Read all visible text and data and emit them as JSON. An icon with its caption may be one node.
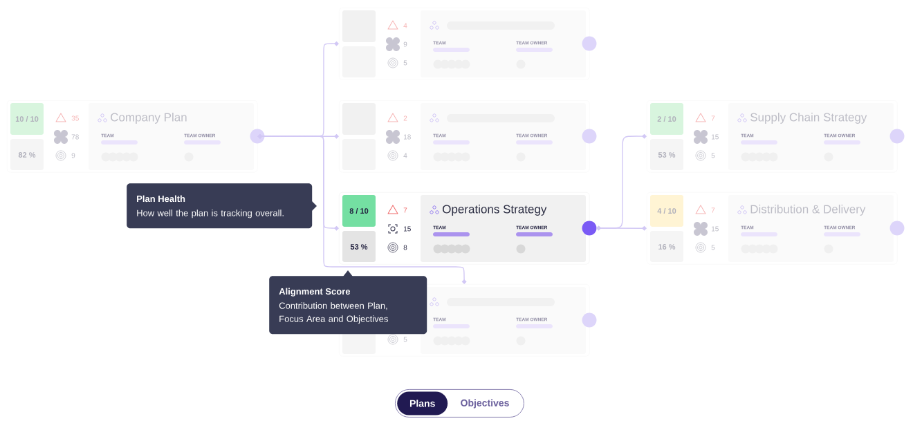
{
  "diagram": {
    "nodes": [
      {
        "text": [
          "10 / 10",
          "82 %",
          "35",
          "78",
          "9",
          "Company Plan",
          "TEAM",
          "TEAM OWNER"
        ]
      },
      {
        "text": [
          "4",
          "9",
          "5",
          "TEAM",
          "TEAM OWNER"
        ]
      },
      {
        "text": [
          "2",
          "18",
          "4",
          "TEAM",
          "TEAM OWNER"
        ]
      },
      {
        "text": [
          "8 / 10",
          "53 %",
          "7",
          "15",
          "8",
          "Operations Strategy",
          "TEAM",
          "TEAM OWNER"
        ]
      },
      {
        "text": [
          "5",
          "TEAM",
          "TEAM OWNER"
        ]
      },
      {
        "text": [
          "2 / 10",
          "53 %",
          "7",
          "15",
          "5",
          "Supply Chain Strategy",
          "TEAM",
          "TEAM OWNER"
        ]
      },
      {
        "text": [
          "4 / 10",
          "16 %",
          "7",
          "15",
          "5",
          "Distribution & Delivery",
          "TEAM",
          "TEAM OWNER"
        ]
      },
      {
        "text": [
          "Plan Health",
          "How well the plan is tracking overall."
        ]
      },
      {
        "text": [
          "Alignment Score",
          "Contribution between Plan, Focus Area and Objectives"
        ]
      },
      {
        "text": [
          "Objectives"
        ]
      },
      {
        "text": [
          "Plans"
        ],
        "in": 9
      }
    ],
    "edges": [
      {
        "from": 0,
        "to": 1,
        "arrow": "other"
      },
      {
        "from": 0,
        "to": 2,
        "arrow": "other"
      },
      {
        "from": 0,
        "to": 3,
        "arrow": "other"
      },
      {
        "from": 0,
        "to": 4,
        "arrow": "other"
      },
      {
        "from": 3,
        "to": 5,
        "arrow": "other"
      },
      {
        "from": 3,
        "to": 6,
        "arrow": "other"
      }
    ]
  }
}
